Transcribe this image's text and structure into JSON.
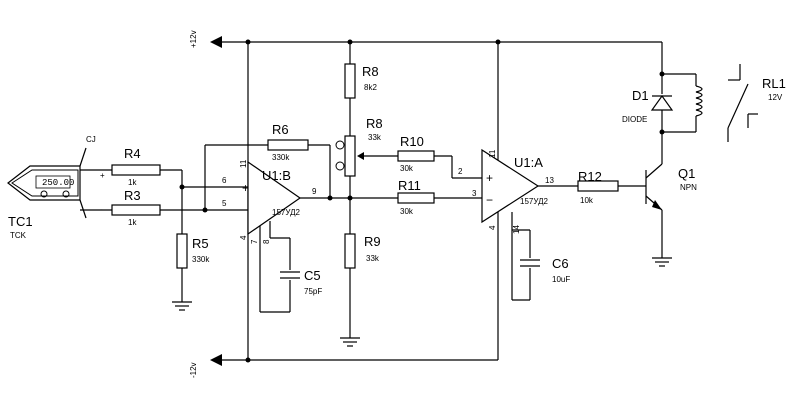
{
  "rails": {
    "pos": "+12v",
    "neg": "-12v"
  },
  "thermocouple": {
    "ref": "TC1",
    "type": "TCK",
    "reading": "250.00",
    "cj": "CJ",
    "plus": "+",
    "minus": "-"
  },
  "r4": {
    "ref": "R4",
    "value": "1k"
  },
  "r3": {
    "ref": "R3",
    "value": "1k"
  },
  "r5": {
    "ref": "R5",
    "value": "330k"
  },
  "r6": {
    "ref": "R6",
    "value": "330k"
  },
  "r8a": {
    "ref": "R8",
    "value": "8k2"
  },
  "r8b": {
    "ref": "R8",
    "value": "33k"
  },
  "r9": {
    "ref": "R9",
    "value": "33k"
  },
  "r10": {
    "ref": "R10",
    "value": "30k"
  },
  "r11": {
    "ref": "R11",
    "value": "30k"
  },
  "r12": {
    "ref": "R12",
    "value": "10k"
  },
  "c5": {
    "ref": "C5",
    "value": "75pF"
  },
  "c6": {
    "ref": "C6",
    "value": "10uF"
  },
  "u1b": {
    "ref": "U1:B",
    "part": "157УД2",
    "pins": {
      "pos": "6",
      "neg": "5",
      "out": "9",
      "vcc": "11",
      "vee": "4",
      "c1": "7",
      "c2": "8"
    }
  },
  "u1a": {
    "ref": "U1:A",
    "part": "157УД2",
    "pins": {
      "pos": "2",
      "neg": "3",
      "out": "13",
      "vcc": "11",
      "vee": "4",
      "c": "14"
    }
  },
  "d1": {
    "ref": "D1",
    "type": "DIODE"
  },
  "q1": {
    "ref": "Q1",
    "type": "NPN"
  },
  "rl1": {
    "ref": "RL1",
    "value": "12V"
  },
  "symbols": {
    "plus": "+",
    "minus": "−"
  }
}
